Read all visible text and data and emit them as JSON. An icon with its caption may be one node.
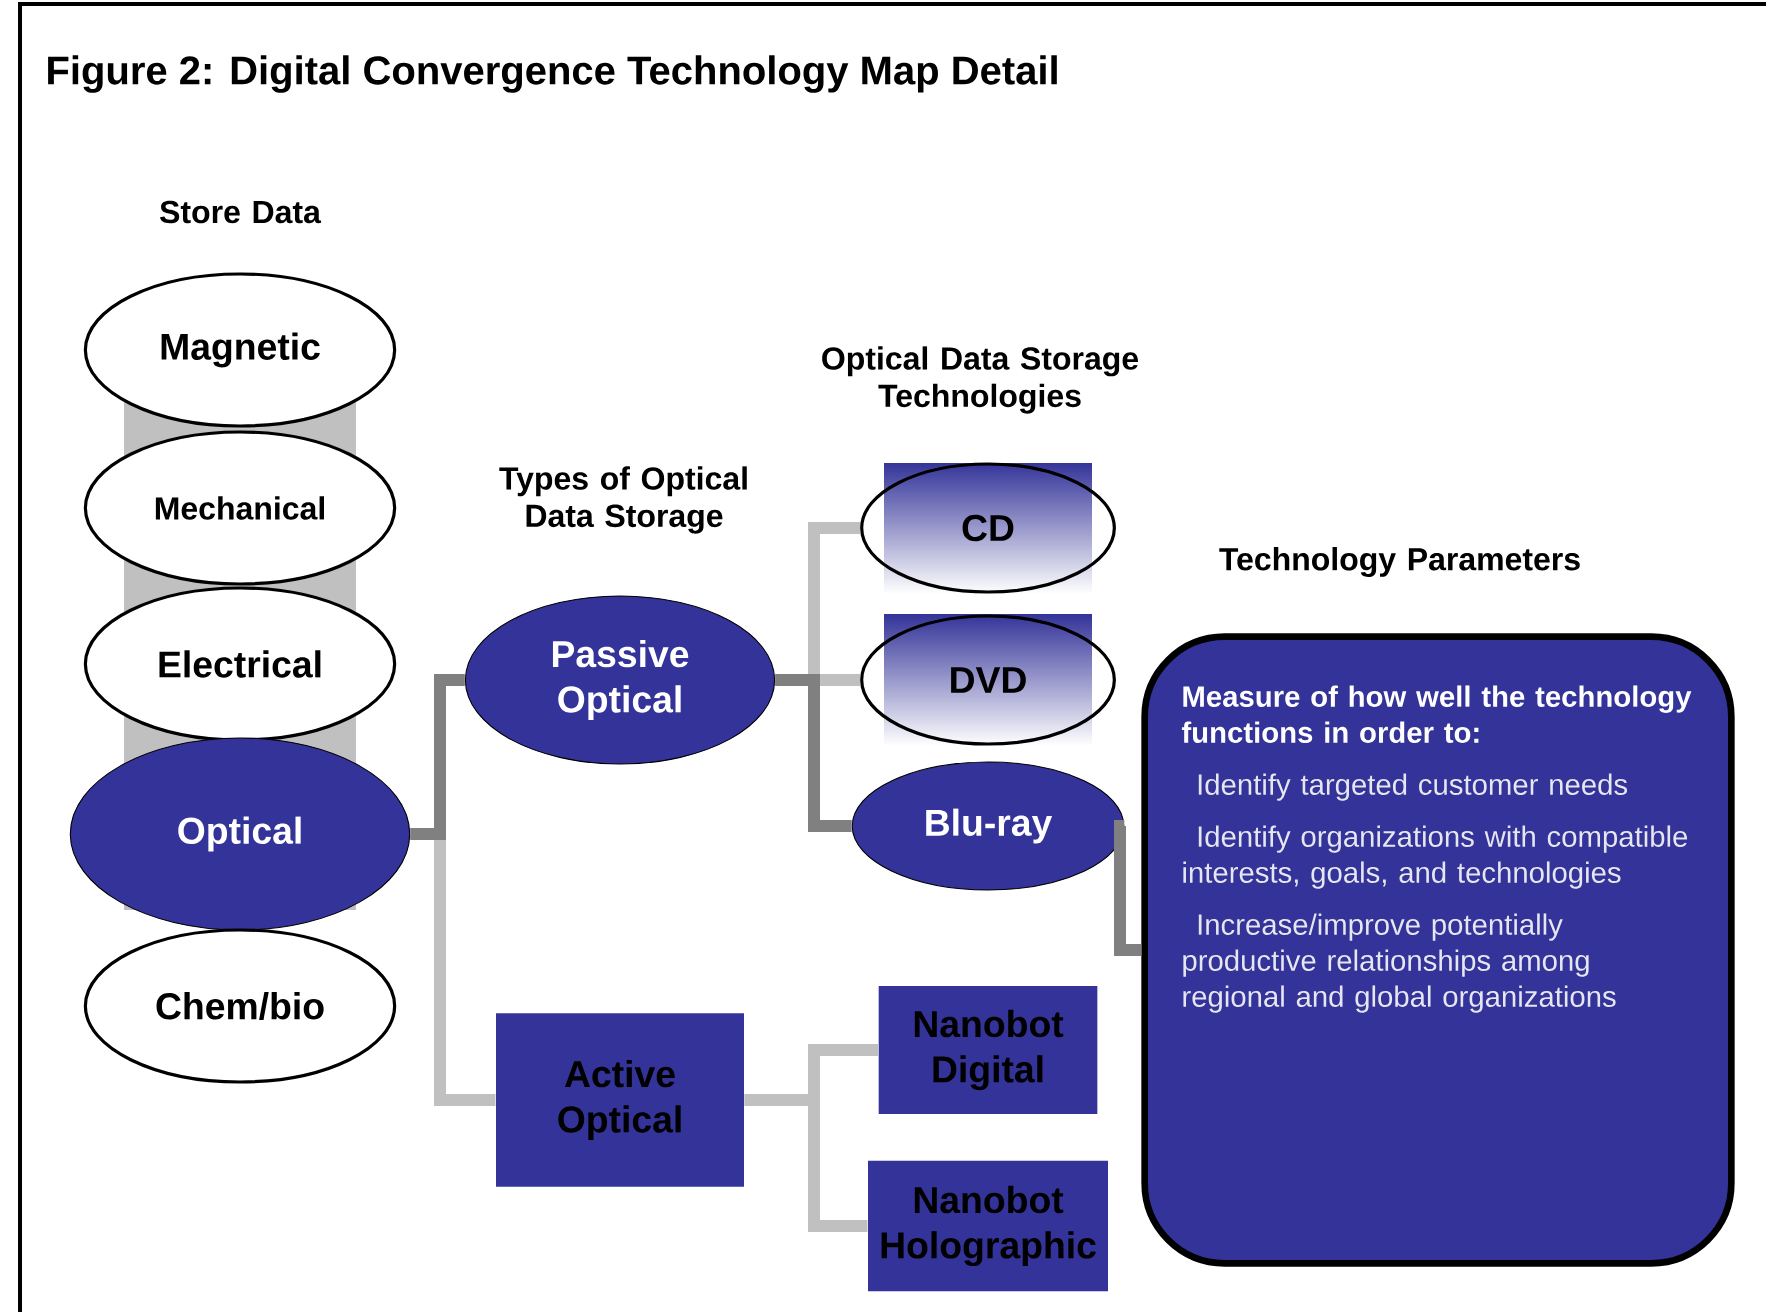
{
  "diagram": {
    "title": "Figure 2: Digital Convergence Technology Map Detail",
    "nodes": [
      {
        "text": [
          "Magnetic"
        ]
      },
      {
        "text": [
          "Mechanical"
        ]
      },
      {
        "text": [
          "Electrical"
        ]
      },
      {
        "text": [
          "Optical"
        ]
      },
      {
        "text": [
          "Chem/bio"
        ]
      },
      {
        "text": [
          "Passive Optical"
        ]
      },
      {
        "text": [
          "Active Optical"
        ]
      },
      {
        "text": [
          "CD"
        ]
      },
      {
        "text": [
          "DVD"
        ]
      },
      {
        "text": [
          "Blu-ray"
        ]
      },
      {
        "text": [
          "Nanobot Digital"
        ]
      },
      {
        "text": [
          "Nanobot Holographic"
        ]
      },
      {
        "text": [
          "Measure of how well the technology functions in order to:",
          "Identify targeted customer needs",
          "Identify organizations with compatible interests, goals, and technologies",
          "Increase/improve potentially productive relationships among regional and global organizations"
        ]
      }
    ],
    "edges": [
      {
        "from": 3,
        "to": 5,
        "arrow": "none",
        "color": "#808080"
      },
      {
        "from": 3,
        "to": 6,
        "arrow": "none"
      },
      {
        "from": 5,
        "to": 7,
        "arrow": "none"
      },
      {
        "from": 5,
        "to": 8,
        "arrow": "none"
      },
      {
        "from": 5,
        "to": 9,
        "arrow": "none",
        "color": "#808080"
      },
      {
        "from": 6,
        "to": 10,
        "arrow": "none"
      },
      {
        "from": 6,
        "to": 11,
        "arrow": "none"
      },
      {
        "from": 9,
        "to": 12,
        "arrow": "none",
        "color": "#808080"
      }
    ],
    "labels": [
      "Store Data",
      "Types of Optical Data Storage",
      "Optical Data Storage Technologies",
      "Technology Parameters"
    ]
  }
}
